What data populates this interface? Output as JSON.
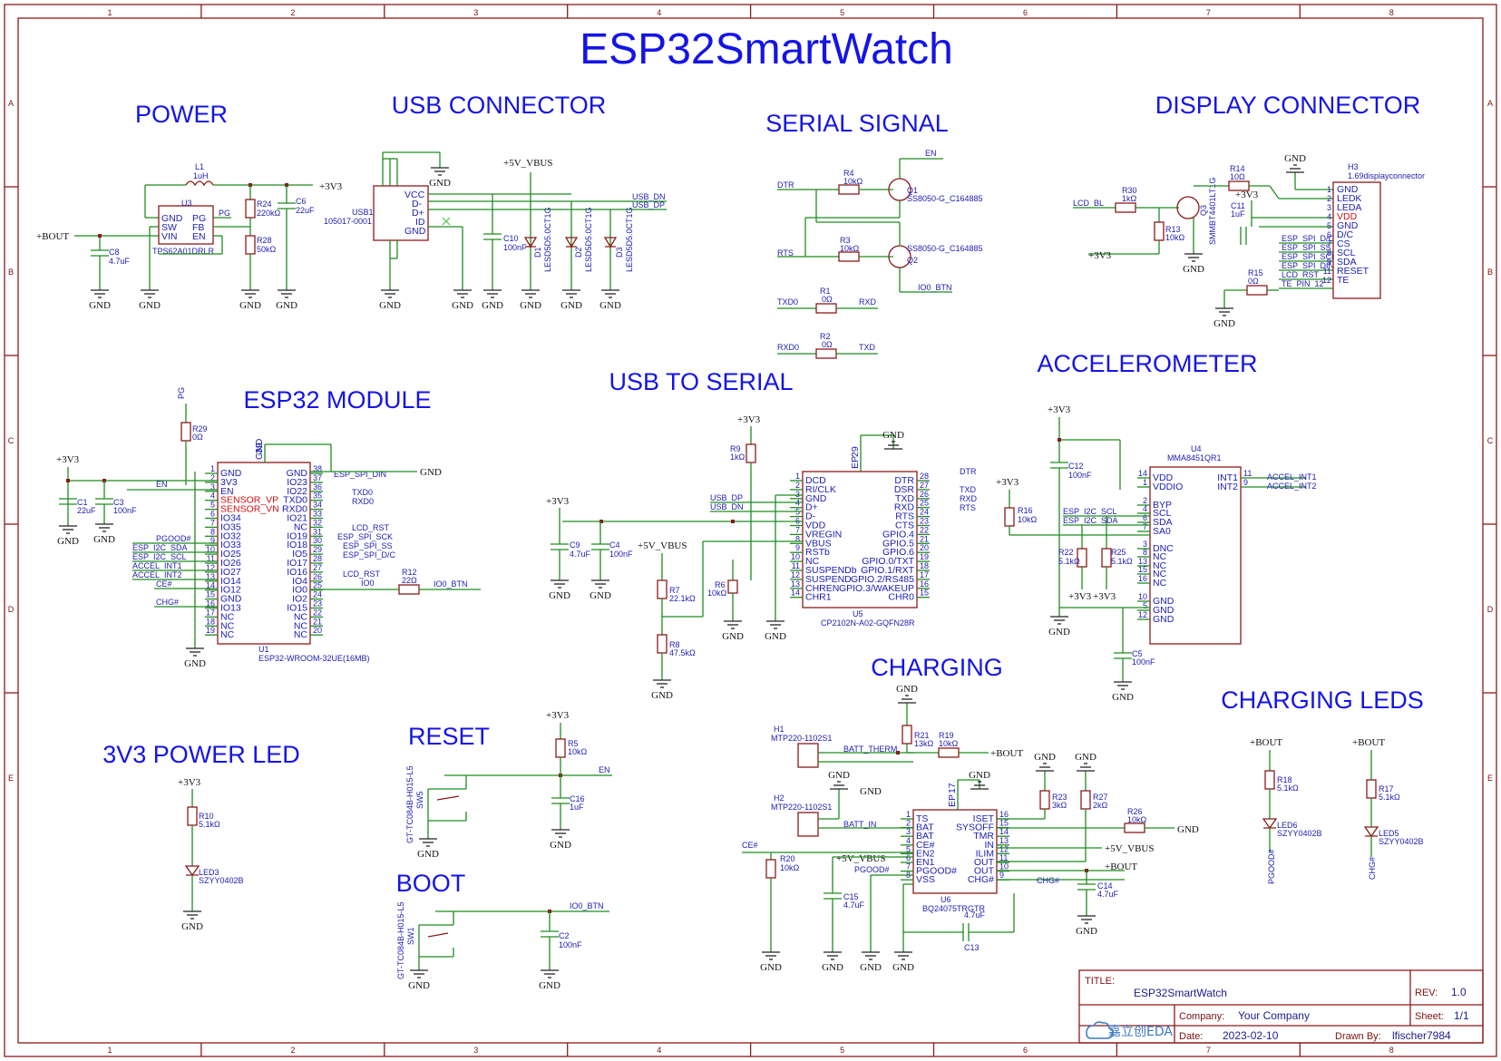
{
  "title": "ESP32SmartWatch",
  "frame": {
    "columns": [
      "1",
      "2",
      "3",
      "4",
      "5",
      "6",
      "7",
      "8"
    ],
    "rows": [
      "A",
      "B",
      "C",
      "D",
      "E"
    ]
  },
  "sections": {
    "power": "POWER",
    "usb_connector": "USB CONNECTOR",
    "serial_signal": "SERIAL SIGNAL",
    "display_connector": "DISPLAY CONNECTOR",
    "esp32_module": "ESP32 MODULE",
    "usb_to_serial": "USB TO SERIAL",
    "accelerometer": "ACCELEROMETER",
    "charging": "CHARGING",
    "charging_leds": "CHARGING LEDS",
    "power_led": "3V3 POWER LED",
    "reset": "RESET",
    "boot": "BOOT"
  },
  "power_nets": {
    "gnd": "GND",
    "v33": "+3V3",
    "vbus": "+5V_VBUS",
    "bout": "+BOUT"
  },
  "components": {
    "L1": {
      "ref": "L1",
      "value": "1uH"
    },
    "U3": {
      "ref": "U3",
      "part": "TPS62A01DRLR",
      "pins": [
        "GND",
        "SW",
        "VIN",
        "PG",
        "FB",
        "EN"
      ],
      "nums": [
        "1",
        "2",
        "3",
        "6",
        "5",
        "4"
      ]
    },
    "R24": {
      "ref": "R24",
      "value": "220kΩ"
    },
    "R28": {
      "ref": "R28",
      "value": "50kΩ"
    },
    "C6": {
      "ref": "C6",
      "value": "22uF"
    },
    "C8": {
      "ref": "C8",
      "value": "4.7uF"
    },
    "USB1": {
      "ref": "USB1",
      "part": "105017-0001",
      "pins": [
        "VCC",
        "D-",
        "D+",
        "ID",
        "GND"
      ],
      "nums": [
        "1",
        "2",
        "3",
        "4",
        "5"
      ]
    },
    "C10": {
      "ref": "C10",
      "value": "100nF"
    },
    "D1": {
      "ref": "D1",
      "part": "LESD5D5.0CT1G"
    },
    "D2": {
      "ref": "D2",
      "part": "LESD5D5.0CT1G"
    },
    "D3": {
      "ref": "D3",
      "part": "LESD5D5.0CT1G"
    },
    "R4": {
      "ref": "R4",
      "value": "10kΩ"
    },
    "R3": {
      "ref": "R3",
      "value": "10kΩ"
    },
    "Q1": {
      "ref": "Q1",
      "part": "SS8050-G_C164885"
    },
    "Q2": {
      "ref": "Q2",
      "part": "SS8050-G_C164885"
    },
    "R1": {
      "ref": "R1",
      "value": "0Ω"
    },
    "R2": {
      "ref": "R2",
      "value": "0Ω"
    },
    "R30": {
      "ref": "R30",
      "value": "1kΩ"
    },
    "R13": {
      "ref": "R13",
      "value": "10kΩ"
    },
    "Q3": {
      "ref": "Q3",
      "part": "SMMBT4401LT1G"
    },
    "R14": {
      "ref": "R14",
      "value": "10Ω"
    },
    "C11": {
      "ref": "C11",
      "value": "1uF"
    },
    "R15": {
      "ref": "R15",
      "value": "0Ω"
    },
    "H3": {
      "ref": "H3",
      "part": "1.69displayconnector",
      "pins": [
        "GND",
        "LEDK",
        "LEDA",
        "VDD",
        "GND",
        "D/C",
        "CS",
        "SCL",
        "SDA",
        "RESET",
        "TE"
      ],
      "nums": [
        "1",
        "2",
        "3",
        "4",
        "5",
        "6",
        "7",
        "8",
        "9",
        "11",
        "12"
      ]
    },
    "R29": {
      "ref": "R29",
      "value": "0Ω"
    },
    "C1": {
      "ref": "C1",
      "value": "22uF"
    },
    "C3": {
      "ref": "C3",
      "value": "100nF"
    },
    "U1": {
      "ref": "U1",
      "part": "ESP32-WROOM-32UE(16MB)",
      "left_pins": [
        "GND",
        "3V3",
        "EN",
        "SENSOR_VP",
        "SENSOR_VN",
        "IO34",
        "IO35",
        "IO32",
        "IO33",
        "IO25",
        "IO26",
        "IO27",
        "IO14",
        "IO12",
        "GND",
        "IO13",
        "NC",
        "NC",
        "NC"
      ],
      "left_nums": [
        "1",
        "2",
        "3",
        "4",
        "5",
        "6",
        "7",
        "8",
        "9",
        "10",
        "11",
        "12",
        "13",
        "14",
        "15",
        "16",
        "17",
        "18",
        "19"
      ],
      "right_pins": [
        "GND",
        "IO23",
        "IO22",
        "TXD0",
        "RXD0",
        "IO21",
        "NC",
        "IO19",
        "IO18",
        "IO5",
        "IO17",
        "IO16",
        "IO4",
        "IO0",
        "IO2",
        "IO15",
        "NC",
        "NC",
        "NC"
      ],
      "right_nums": [
        "38",
        "37",
        "36",
        "35",
        "34",
        "33",
        "32",
        "31",
        "30",
        "29",
        "28",
        "27",
        "26",
        "25",
        "24",
        "23",
        "22",
        "21",
        "20"
      ],
      "top_pin": "GND",
      "top_num": "39"
    },
    "R12": {
      "ref": "R12",
      "value": "22Ω"
    },
    "R9": {
      "ref": "R9",
      "value": "1kΩ"
    },
    "C9": {
      "ref": "C9",
      "value": "4.7uF"
    },
    "C4": {
      "ref": "C4",
      "value": "100nF"
    },
    "R7": {
      "ref": "R7",
      "value": "22.1kΩ"
    },
    "R8": {
      "ref": "R8",
      "value": "47.5kΩ"
    },
    "R6": {
      "ref": "R6",
      "value": "10kΩ"
    },
    "U5": {
      "ref": "U5",
      "part": "CP2102N-A02-GQFN28R",
      "left_pins": [
        "DCD",
        "RI/CLK",
        "GND",
        "D+",
        "D-",
        "VDD",
        "VREGIN",
        "VBUS",
        "RSTb",
        "NC",
        "SUSPENDb",
        "SUSPEND",
        "CHREN",
        "CHR1"
      ],
      "left_nums": [
        "1",
        "2",
        "3",
        "4",
        "5",
        "6",
        "7",
        "8",
        "9",
        "10",
        "11",
        "12",
        "13",
        "14"
      ],
      "right_pins": [
        "DTR",
        "DSR",
        "TXD",
        "RXD",
        "RTS",
        "CTS",
        "GPIO.4",
        "GPIO.5",
        "GPIO.6",
        "GPIO.0/TXT",
        "GPIO.1/RXT",
        "GPIO.2/RS485",
        "GPIO.3/WAKEUP",
        "CHR0"
      ],
      "right_nums": [
        "28",
        "27",
        "26",
        "25",
        "24",
        "23",
        "22",
        "21",
        "20",
        "19",
        "18",
        "17",
        "16",
        "15"
      ],
      "top_pin": "EP",
      "top_num": "29"
    },
    "U4": {
      "ref": "U4",
      "part": "MMA8451QR1",
      "left_pins": [
        "VDD",
        "VDDIO",
        "BYP",
        "SCL",
        "SDA",
        "SA0",
        "DNC",
        "NC",
        "NC",
        "NC",
        "NC",
        "GND",
        "GND",
        "GND"
      ],
      "left_nums": [
        "14",
        "1",
        "2",
        "4",
        "6",
        "7",
        "3",
        "8",
        "13",
        "15",
        "16",
        "10",
        "5",
        "12"
      ],
      "right_pins": [
        "INT1",
        "INT2"
      ],
      "right_nums": [
        "11",
        "9"
      ]
    },
    "C12": {
      "ref": "C12",
      "value": "100nF"
    },
    "C5": {
      "ref": "C5",
      "value": "100nF"
    },
    "R16": {
      "ref": "R16",
      "value": "10kΩ"
    },
    "R22": {
      "ref": "R22",
      "value": "5.1kΩ"
    },
    "R25": {
      "ref": "R25",
      "value": "5.1kΩ"
    },
    "H1": {
      "ref": "H1",
      "part": "MTP220-1102S1"
    },
    "H2": {
      "ref": "H2",
      "part": "MTP220-1102S1"
    },
    "R21": {
      "ref": "R21",
      "value": "13kΩ"
    },
    "R19": {
      "ref": "R19",
      "value": "10kΩ"
    },
    "R23": {
      "ref": "R23",
      "value": "3kΩ"
    },
    "R27": {
      "ref": "R27",
      "value": "2kΩ"
    },
    "R26": {
      "ref": "R26",
      "value": "10kΩ"
    },
    "R20": {
      "ref": "R20",
      "value": "10kΩ"
    },
    "C15": {
      "ref": "C15",
      "value": "4.7uF"
    },
    "C14": {
      "ref": "C14",
      "value": "4.7uF"
    },
    "C13": {
      "ref": "C13",
      "value": "4.7uF"
    },
    "U6": {
      "ref": "U6",
      "part": "BQ24075TRGTR",
      "left_pins": [
        "TS",
        "BAT",
        "BAT",
        "CE#",
        "EN2",
        "EN1",
        "PGOOD#",
        "VSS"
      ],
      "left_nums": [
        "1",
        "2",
        "3",
        "4",
        "5",
        "6",
        "7",
        "8"
      ],
      "right_pins": [
        "ISET",
        "SYSOFF",
        "TMR",
        "IN",
        "ILIM",
        "OUT",
        "OUT",
        "CHG#"
      ],
      "right_nums": [
        "16",
        "15",
        "14",
        "13",
        "12",
        "11",
        "10",
        "9"
      ],
      "top_pin": "EP",
      "top_num": "17"
    },
    "R18": {
      "ref": "R18",
      "value": "5.1kΩ"
    },
    "R17": {
      "ref": "R17",
      "value": "5.1kΩ"
    },
    "LED6": {
      "ref": "LED6",
      "part": "SZYY0402B"
    },
    "LED5": {
      "ref": "LED5",
      "part": "SZYY0402B"
    },
    "R10": {
      "ref": "R10",
      "value": "5.1kΩ"
    },
    "LED3": {
      "ref": "LED3",
      "part": "SZYY0402B"
    },
    "R5": {
      "ref": "R5",
      "value": "10kΩ"
    },
    "C16": {
      "ref": "C16",
      "value": "1uF"
    },
    "SW5": {
      "ref": "SW5",
      "part": "GT-TC084B-H015-L5"
    },
    "SW1": {
      "ref": "SW1",
      "part": "GT-TC084B-H015-L5"
    },
    "C2": {
      "ref": "C2",
      "value": "100nF"
    }
  },
  "nets": {
    "usb_dn": "USB_DN",
    "usb_dp": "USB_DP",
    "dtr": "DTR",
    "rts": "RTS",
    "en": "EN",
    "io0_btn": "IO0_BTN",
    "txd0": "TXD0",
    "rxd0": "RXD0",
    "txd": "TXD",
    "rxd": "RXD",
    "lcd_bl": "LCD_BL",
    "pg": "PG",
    "esp_spi_din": "ESP_SPI_DIN",
    "lcd_rst": "LCD_RST",
    "esp_spi_sck": "ESP_SPI_SCK",
    "esp_spi_ss": "ESP_SPI_SS",
    "esp_spi_dc": "ESP_SPI_D/C",
    "io0": "IO0",
    "pgood": "PGOOD#",
    "esp_i2c_sda": "ESP_I2C_SDA",
    "esp_i2c_scl": "ESP_I2C_SCL",
    "accel_int1": "ACCEL_INT1",
    "accel_int2": "ACCEL_INT2",
    "ce": "CE#",
    "chg": "CHG#",
    "batt_therm": "BATT_THERM",
    "batt_in": "BATT_IN",
    "te_pin": "TE_PIN_12"
  },
  "title_block": {
    "title_key": "TITLE:",
    "title": "ESP32SmartWatch",
    "rev_key": "REV:",
    "rev": "1.0",
    "company_key": "Company:",
    "company": "Your Company",
    "sheet_key": "Sheet:",
    "sheet": "1/1",
    "date_key": "Date:",
    "date": "2023-02-10",
    "drawn_key": "Drawn By:",
    "drawn": "lfischer7984",
    "logo_text": "嘉立创EDA"
  },
  "colors": {
    "wire": "#1f8c1f",
    "body": "#8b1a1a",
    "text": "#1c1cb4",
    "heading": "#1414e6"
  }
}
